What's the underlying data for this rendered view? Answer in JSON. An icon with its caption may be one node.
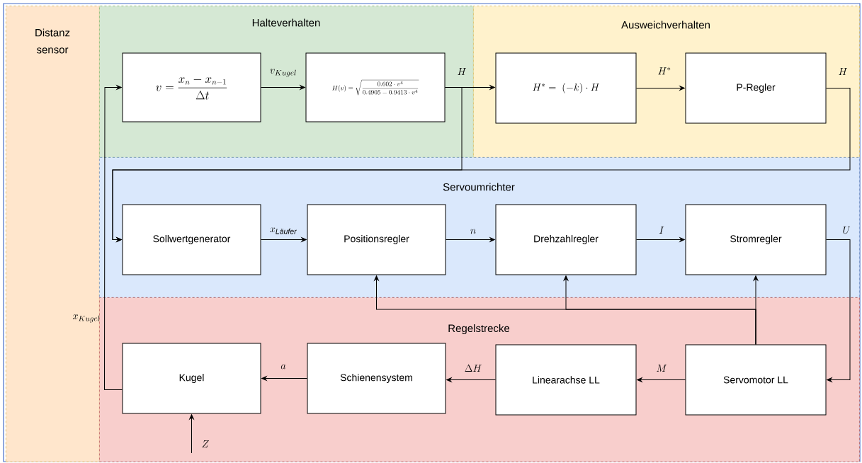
{
  "diagram": {
    "nodes": [
      {
        "text": [
          "Distanz sensor"
        ]
      },
      {
        "text": [
          "Halteverhalten"
        ]
      },
      {
        "text": [
          "Ausweichverhalten"
        ]
      },
      {
        "text": [
          "Servoumrichter"
        ]
      },
      {
        "text": [
          "Regelstrecke"
        ]
      },
      {
        "text": [
          "v = \\frac{x_n - x_{n-1}}{\\Delta t}"
        ],
        "in": 1
      },
      {
        "text": [
          "H(v) = \\sqrt{\\frac{0.602 \\cdot v^4}{0.4905 - 0.9413 \\cdot v^4}}"
        ],
        "in": 1
      },
      {
        "text": [
          "H^* = \\; (-k) \\cdot H"
        ],
        "in": 2
      },
      {
        "text": [
          "P-Regler"
        ],
        "in": 2
      },
      {
        "text": [
          "Sollwertgenerator"
        ],
        "in": 3
      },
      {
        "text": [
          "Positionsregler"
        ],
        "in": 3
      },
      {
        "text": [
          "Drehzahlregler"
        ],
        "in": 3
      },
      {
        "text": [
          "Stromregler"
        ],
        "in": 3
      },
      {
        "text": [
          "Kugel"
        ],
        "in": 4
      },
      {
        "text": [
          "Schienensystem"
        ],
        "in": 4
      },
      {
        "text": [
          "Linearachse LL"
        ],
        "in": 4
      },
      {
        "text": [
          "Servomotor LL"
        ],
        "in": 4
      }
    ],
    "edges": [
      {
        "from": 13,
        "to": 5,
        "arrow": "to",
        "label": "x_{Kugel}"
      },
      {
        "from": 5,
        "to": 6,
        "arrow": "to",
        "label": "v_{Kugel}"
      },
      {
        "from": 6,
        "to": 7,
        "arrow": "to",
        "label": "H"
      },
      {
        "from": 6,
        "to": 9,
        "arrow": "to"
      },
      {
        "from": 7,
        "to": 8,
        "arrow": "to",
        "label": "H^*"
      },
      {
        "from": 8,
        "to": 9,
        "arrow": "to",
        "label": "H"
      },
      {
        "from": 9,
        "to": 10,
        "arrow": "to",
        "label": "x_{\\textit{Läufer}}"
      },
      {
        "from": 10,
        "to": 11,
        "arrow": "to",
        "label": "n"
      },
      {
        "from": 11,
        "to": 12,
        "arrow": "to",
        "label": "I"
      },
      {
        "from": 12,
        "to": 16,
        "arrow": "to",
        "label": "U"
      },
      {
        "from": 16,
        "to": 15,
        "arrow": "to",
        "label": "M"
      },
      {
        "from": 15,
        "to": 14,
        "arrow": "to",
        "label": "\\Delta H"
      },
      {
        "from": 14,
        "to": 13,
        "arrow": "to",
        "label": "a"
      },
      {
        "from": 16,
        "to": 12,
        "arrow": "to"
      },
      {
        "from": 16,
        "to": 11,
        "arrow": "to"
      },
      {
        "from": 16,
        "to": 10,
        "arrow": "to"
      },
      {
        "from": null,
        "to": 13,
        "arrow": "to",
        "label": "Z"
      }
    ]
  }
}
